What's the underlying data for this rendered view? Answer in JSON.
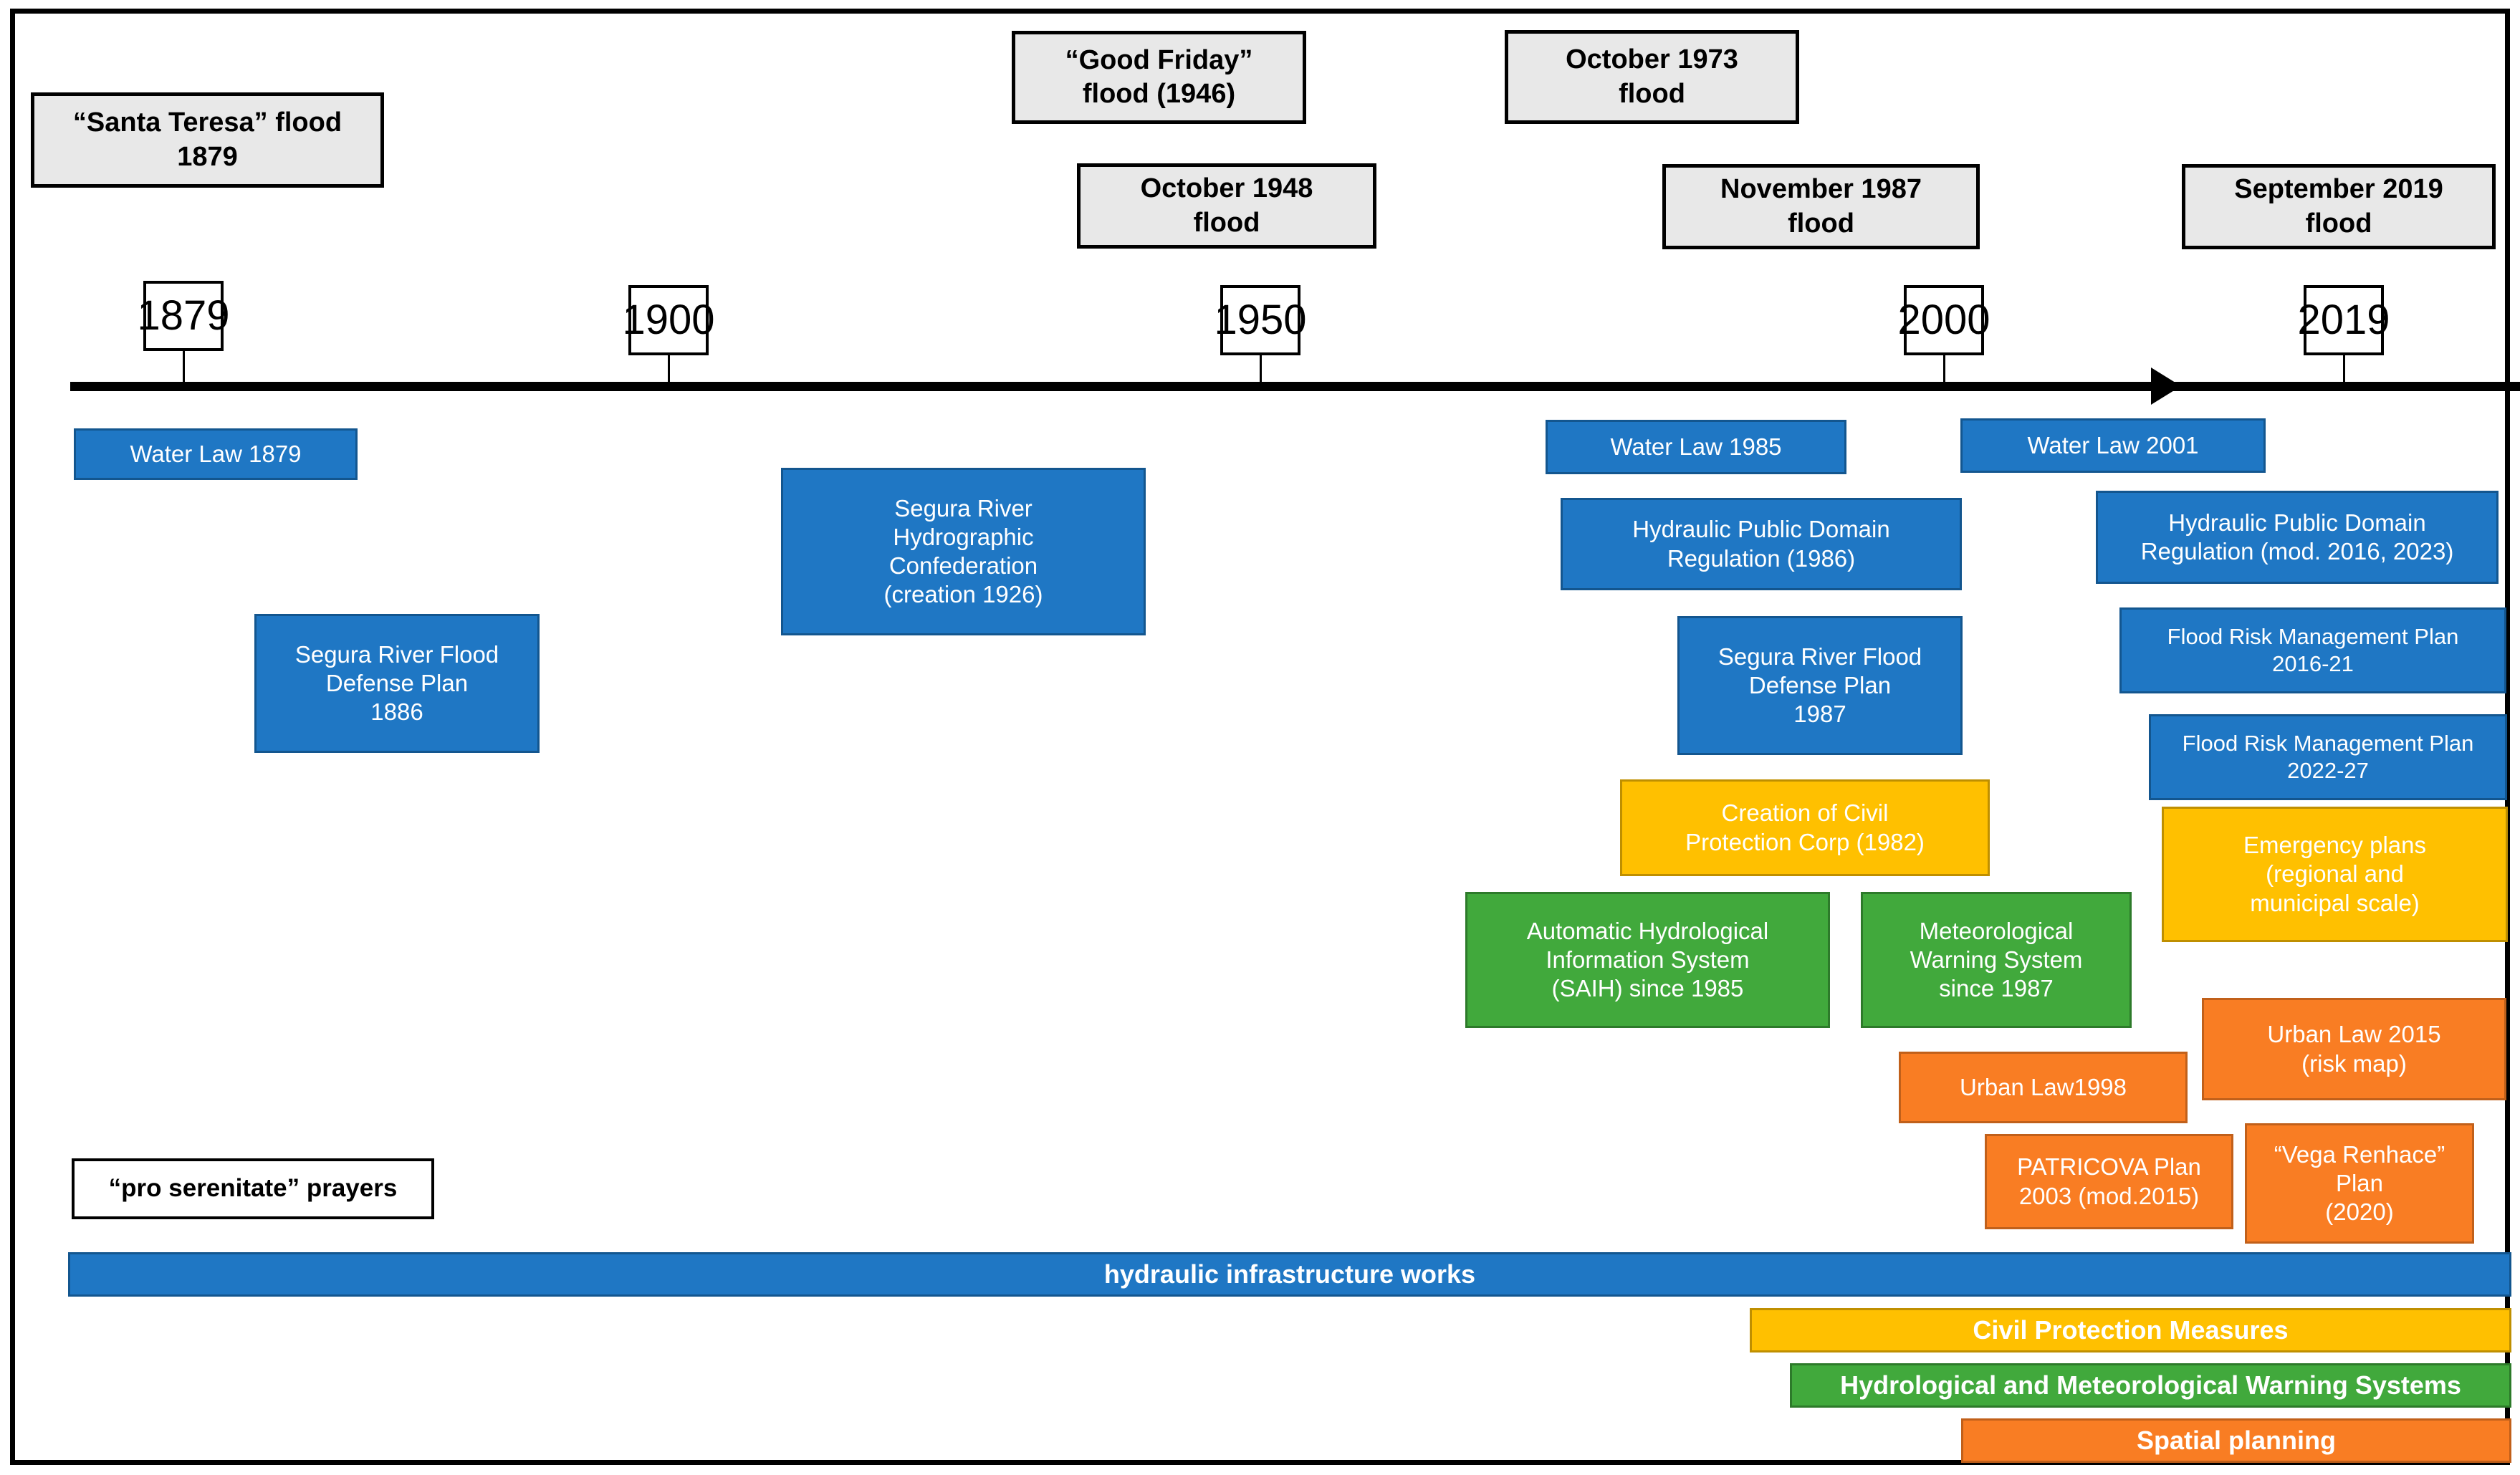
{
  "diagram": {
    "title": "Flood events and risk-management measures timeline (Segura River / Vega Baja)",
    "colors": {
      "flood_event_fill": "#e8e8e8",
      "flood_event_border": "#000000",
      "structural_blue": "#1f77c4",
      "civil_protection_yellow": "#ffc000",
      "warning_green": "#41a93c",
      "spatial_planning_orange": "#f97d23",
      "axis_black": "#000000",
      "page_background": "#ffffff"
    }
  },
  "flood_events": [
    {
      "id": "santa-teresa-1879",
      "line1": "“Santa Teresa” flood",
      "line2": "1879"
    },
    {
      "id": "good-friday-1946",
      "line1": "“Good Friday”",
      "line2": "flood (1946)"
    },
    {
      "id": "october-1948",
      "line1": "October 1948",
      "line2": "flood"
    },
    {
      "id": "october-1973",
      "line1": "October 1973",
      "line2": "flood"
    },
    {
      "id": "november-1987",
      "line1": "November 1987",
      "line2": "flood"
    },
    {
      "id": "september-2019",
      "line1": "September 2019",
      "line2": "flood"
    }
  ],
  "axis": {
    "ticks": [
      "1879",
      "1900",
      "1950",
      "2000",
      "2019"
    ],
    "arrow_direction": "right"
  },
  "measures": [
    {
      "id": "water-law-1879",
      "category": "structural",
      "color": "blue",
      "lines": [
        "Water Law 1879"
      ]
    },
    {
      "id": "segura-defense-1886",
      "category": "structural",
      "color": "blue",
      "lines": [
        "Segura River Flood",
        "Defense Plan",
        "1886"
      ]
    },
    {
      "id": "confederation-1926",
      "category": "structural",
      "color": "blue",
      "lines": [
        "Segura River",
        "Hydrographic",
        "Confederation",
        "(creation 1926)"
      ]
    },
    {
      "id": "water-law-1985",
      "category": "structural",
      "color": "blue",
      "lines": [
        "Water Law 1985"
      ]
    },
    {
      "id": "hpdr-1986",
      "category": "structural",
      "color": "blue",
      "lines": [
        "Hydraulic Public Domain",
        "Regulation (1986)"
      ]
    },
    {
      "id": "segura-defense-1987",
      "category": "structural",
      "color": "blue",
      "lines": [
        "Segura River Flood",
        "Defense Plan",
        "1987"
      ]
    },
    {
      "id": "water-law-2001",
      "category": "structural",
      "color": "blue",
      "lines": [
        "Water Law 2001"
      ]
    },
    {
      "id": "hpdr-mod",
      "category": "structural",
      "color": "blue",
      "lines": [
        "Hydraulic Public Domain",
        "Regulation (mod. 2016, 2023)"
      ]
    },
    {
      "id": "frmp-2016-21",
      "category": "structural",
      "color": "blue",
      "lines": [
        "Flood Risk Management Plan",
        "2016-21"
      ]
    },
    {
      "id": "frmp-2022-27",
      "category": "structural",
      "color": "blue",
      "lines": [
        "Flood Risk Management Plan",
        "2022-27"
      ]
    },
    {
      "id": "civil-protection-corp-1982",
      "category": "civil-protection",
      "color": "yellow",
      "lines": [
        "Creation of Civil",
        "Protection Corp (1982)"
      ]
    },
    {
      "id": "emergency-plans",
      "category": "civil-protection",
      "color": "yellow",
      "lines": [
        "Emergency plans",
        "(regional and",
        "municipal scale)"
      ]
    },
    {
      "id": "saih-1985",
      "category": "warning-system",
      "color": "green",
      "lines": [
        "Automatic Hydrological",
        "Information System",
        "(SAIH) since 1985"
      ]
    },
    {
      "id": "meteo-warning-1987",
      "category": "warning-system",
      "color": "green",
      "lines": [
        "Meteorological",
        "Warning System",
        "since 1987"
      ]
    },
    {
      "id": "urban-law-1998",
      "category": "spatial-planning",
      "color": "orange",
      "lines": [
        "Urban Law1998"
      ]
    },
    {
      "id": "urban-law-2015",
      "category": "spatial-planning",
      "color": "orange",
      "lines": [
        "Urban Law 2015",
        "(risk map)"
      ]
    },
    {
      "id": "patricova-2003",
      "category": "spatial-planning",
      "color": "orange",
      "lines": [
        "PATRICOVA Plan",
        "2003 (mod.2015)"
      ]
    },
    {
      "id": "vega-renhace-2020",
      "category": "spatial-planning",
      "color": "orange",
      "lines": [
        "“Vega Renhace”",
        "Plan",
        "(2020)"
      ]
    },
    {
      "id": "pro-serenitate",
      "category": "traditional",
      "color": "white",
      "lines": [
        "“pro serenitate” prayers"
      ]
    }
  ],
  "summary_bars": [
    {
      "id": "hydraulic-infrastructure-works",
      "label": "hydraulic infrastructure works",
      "color": "blue"
    },
    {
      "id": "civil-protection-measures",
      "label": "Civil Protection Measures",
      "color": "yellow"
    },
    {
      "id": "hydro-meteo-warning-systems",
      "label": "Hydrological and Meteorological Warning Systems",
      "color": "green"
    },
    {
      "id": "spatial-planning",
      "label": "Spatial planning",
      "color": "orange"
    }
  ]
}
